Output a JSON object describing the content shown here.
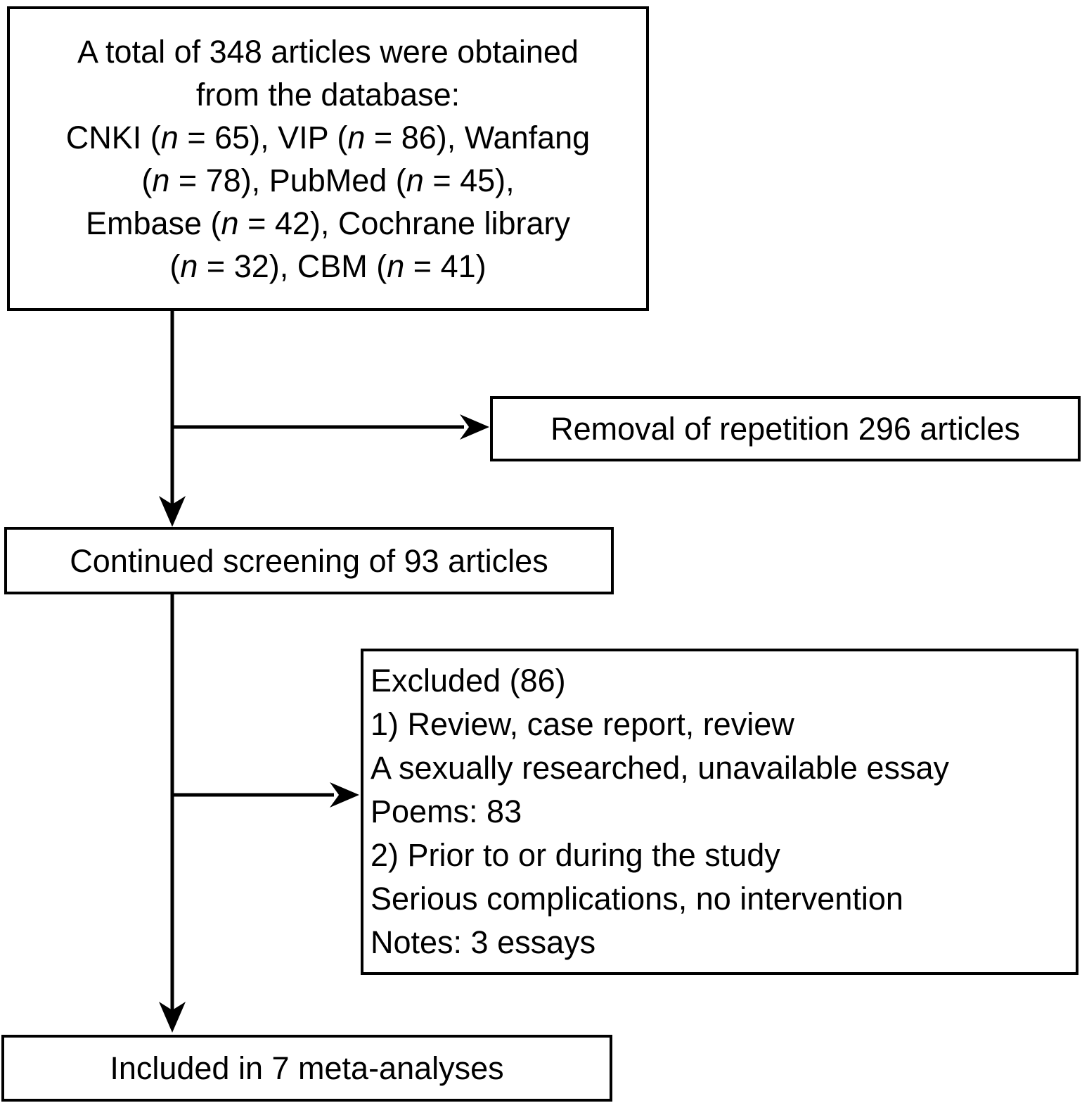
{
  "figure": {
    "type": "study-selection-flow-diagram",
    "colors": {
      "background": "#ffffff",
      "line": "#000000",
      "text": "#000000",
      "box_fill": "#ffffff"
    },
    "boxes": {
      "sources": {
        "lines": [
          "A total of 348 articles were obtained",
          "from the database:",
          "CNKI (*n* = 65), VIP (*n* = 86), Wanfang",
          "(*n* = 78), PubMed (*n* = 45),",
          "Embase (*n* = 42), Cochrane library",
          "(*n* = 32), CBM (*n* = 41)"
        ]
      },
      "removal": {
        "text": "Removal of repetition 296 articles"
      },
      "screening": {
        "text": "Continued screening of 93 articles"
      },
      "excluded": {
        "lines": [
          "Excluded (86)",
          "1) Review, case report, review",
          "A sexually researched, unavailable essay",
          "Poems: 83",
          "2) Prior to or during the study",
          "Serious complications, no intervention",
          "Notes: 3 essays"
        ]
      },
      "included": {
        "text": "Included in 7 meta-analyses"
      }
    }
  }
}
